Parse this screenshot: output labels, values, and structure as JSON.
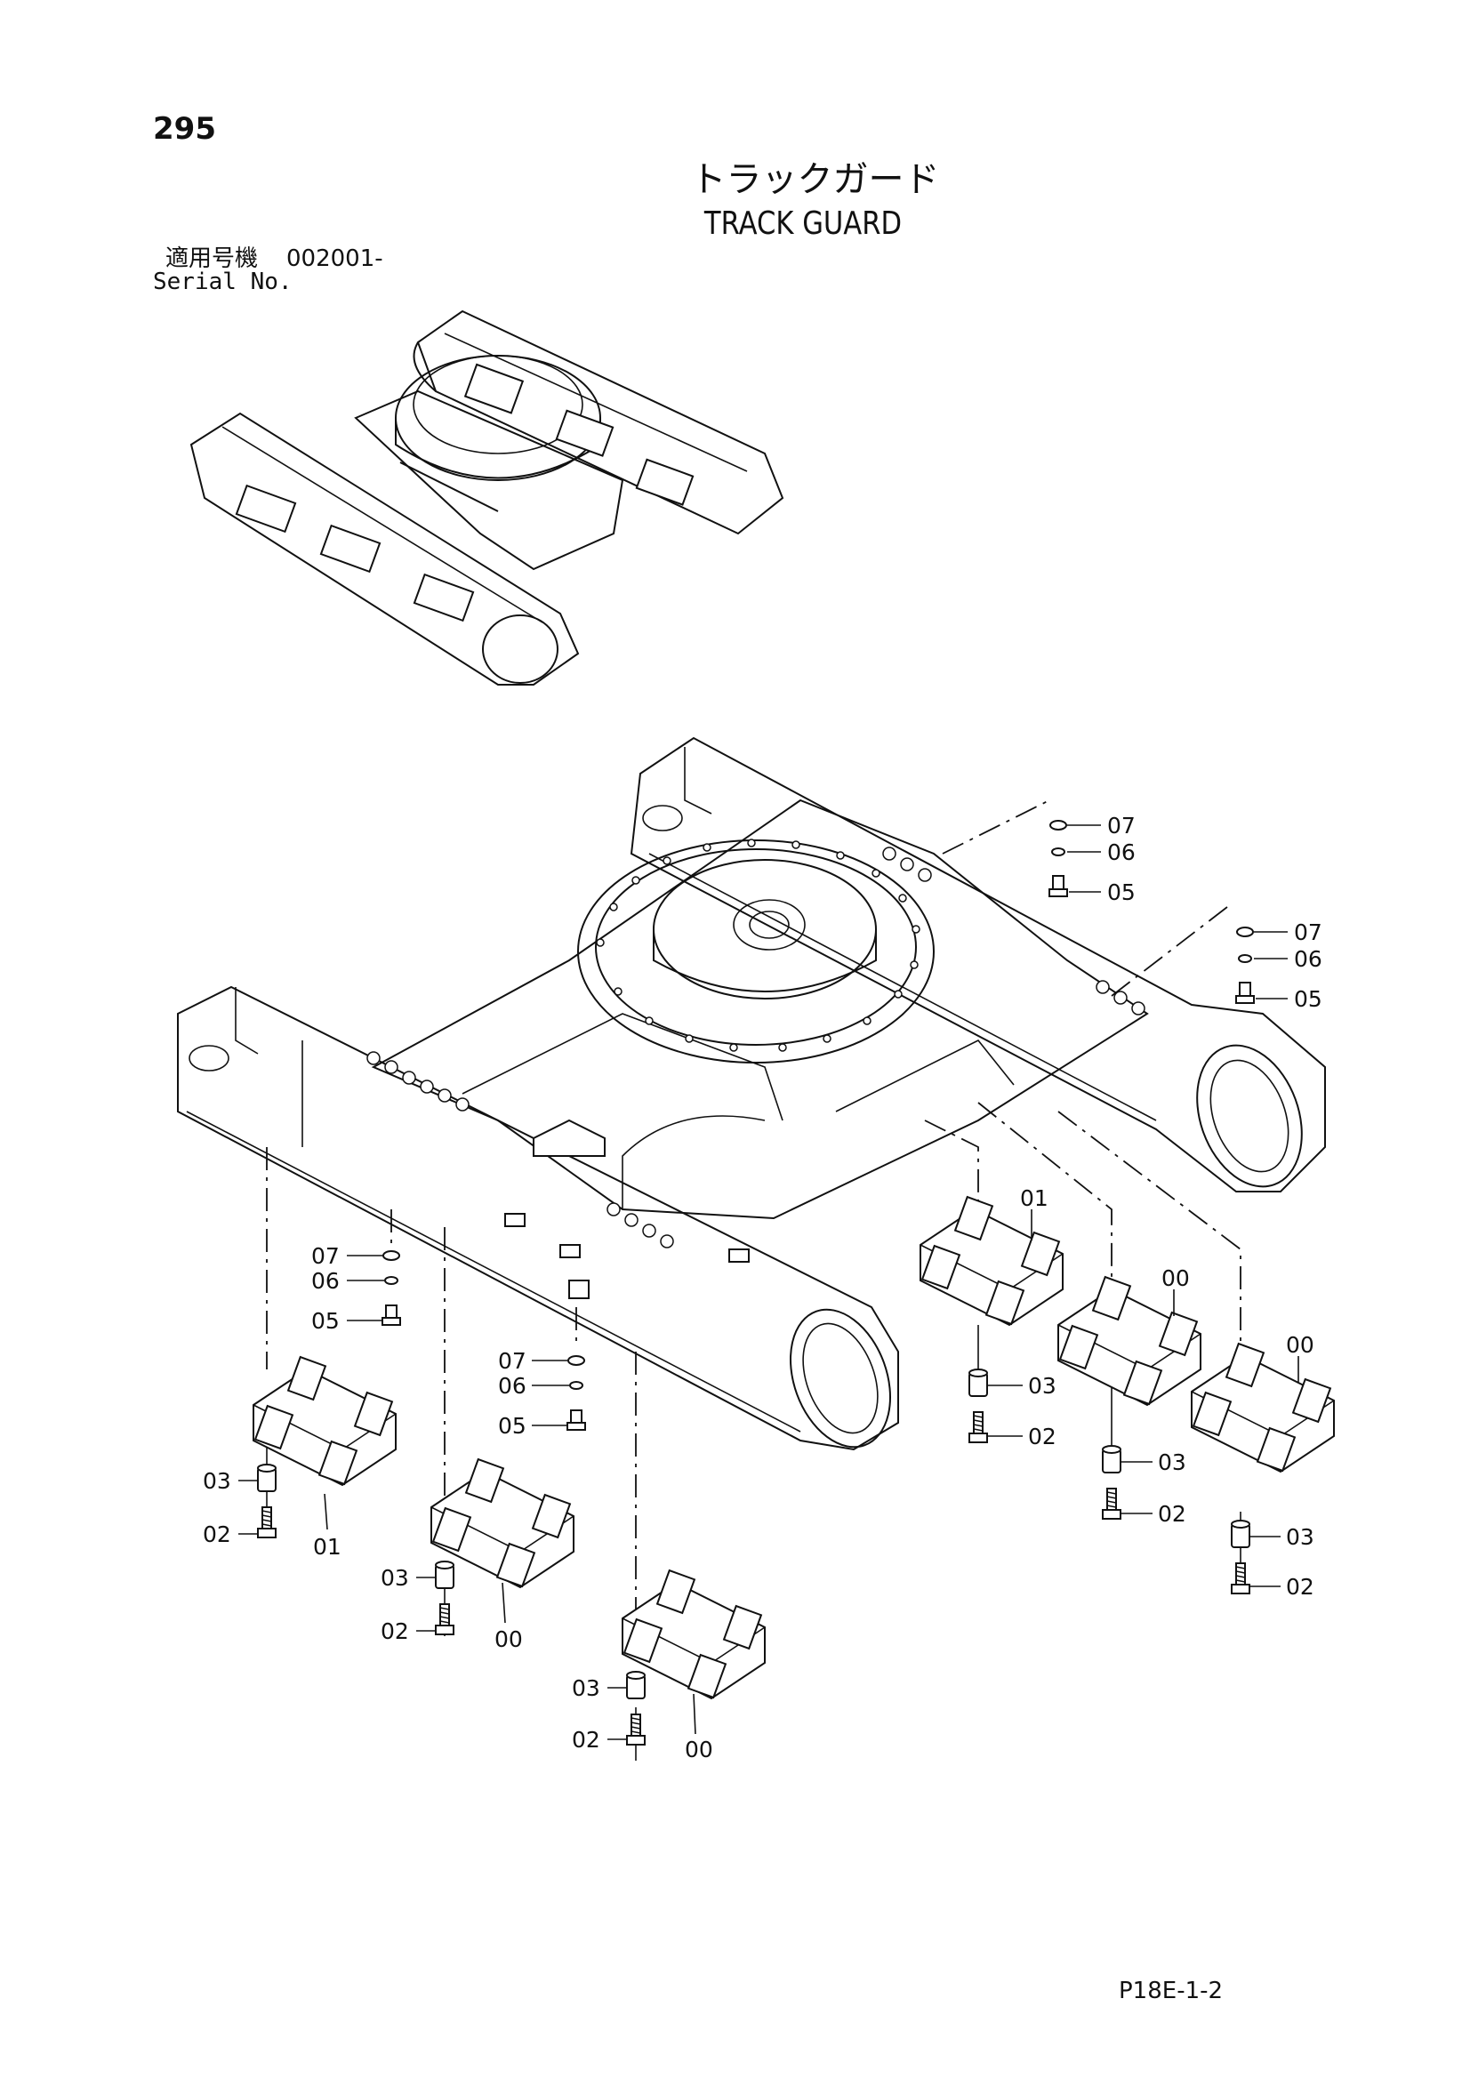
{
  "page_number": "295",
  "title_jp": "トラックガード",
  "title_en": "TRACK GUARD",
  "serial_label_jp": "適用号機",
  "serial_value": "002001-",
  "serial_label_en": "Serial No.",
  "doc_code": "P18E-1-2",
  "callouts": {
    "c_07_a": "07",
    "c_06_a": "06",
    "c_05_a": "05",
    "c_07_b": "07",
    "c_06_b": "06",
    "c_05_b": "05",
    "c_07_c": "07",
    "c_06_c": "06",
    "c_05_c": "05",
    "c_07_d": "07",
    "c_06_d": "06",
    "c_05_d": "05",
    "c_01_a": "01",
    "c_03_a": "03",
    "c_02_a": "02",
    "c_00_a": "00",
    "c_03_b": "03",
    "c_02_b": "02",
    "c_00_b": "00",
    "c_03_c": "03",
    "c_02_c": "02",
    "c_01_b": "01",
    "c_03_d": "03",
    "c_02_d": "02",
    "c_00_c": "00",
    "c_03_e": "03",
    "c_02_e": "02",
    "c_00_d": "00",
    "c_03_f": "03",
    "c_02_f": "02"
  }
}
